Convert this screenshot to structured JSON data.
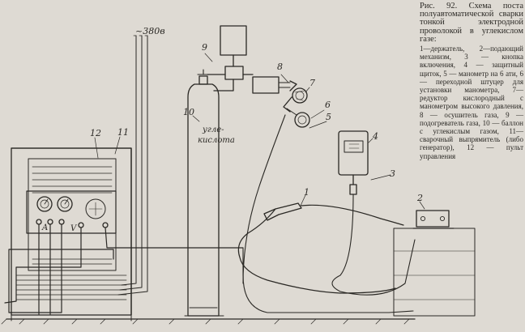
{
  "caption": {
    "heading": "Рис. 92. Схема поста полуавтоматической сварки тонкой электродной проволокой в углекислом газе:",
    "legend": "1—держатель, 2—подающий механизм, 3 — кнопка включения, 4 — защитный щиток, 5 — манометр на 6 ати, 6 — переходной штуцер для установки манометра, 7—редуктор кислородный с манометром высокого давления, 8 — осушитель газа, 9 — подогреватель газа, 10 — баллон с углекислым газом, 11—сварочный выпрямитель (либо генератор), 12 — пульт управления"
  },
  "supply_label": "~380в",
  "cylinder_label": [
    "угле-",
    "кислота"
  ],
  "panel_letters": [
    "A",
    "V"
  ],
  "parts": {
    "p1": "1",
    "p2": "2",
    "p3": "3",
    "p4": "4",
    "p5": "5",
    "p6": "6",
    "p7": "7",
    "p8": "8",
    "p9": "9",
    "p10": "10",
    "p11": "11",
    "p12": "12"
  },
  "colors": {
    "paper": "#dedad3",
    "ink": "#2a2824"
  }
}
